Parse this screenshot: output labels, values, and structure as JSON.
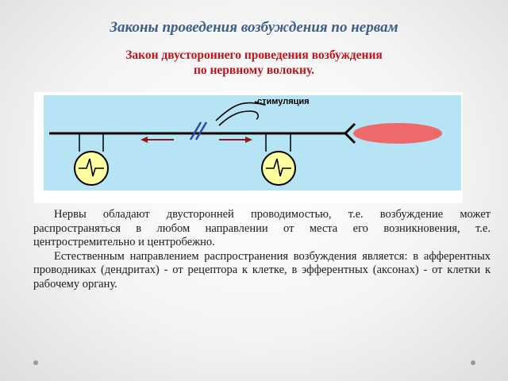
{
  "slide": {
    "title": "Законы проведения возбуждения по нервам",
    "subtitle_line1": "Закон двустороннего проведения возбуждения",
    "subtitle_line2": "по нервному волокну.",
    "diagram": {
      "stimulation_label": "стимуляция",
      "colors": {
        "background_band": "#b7e4f4",
        "nerve_line": "#000000",
        "arrows": "#8b1a1a",
        "electrode_marks": "#2e4aa0",
        "meter_fill": "#ffffa0",
        "target_cell": "#ee6a6a"
      }
    },
    "paragraphs": [
      "Нервы обладают двусторонней проводимостью, т.е. возбуждение может распространяться в любом направлении от места его возникновения, т.е. центростремительно и центробежно.",
      "Естественным направлением распространения возбуждения является: в афферентных проводниках (дендритах) - от рецептора к клетке, в эфферентных (аксонах) - от клетки к рабочему органу."
    ]
  }
}
